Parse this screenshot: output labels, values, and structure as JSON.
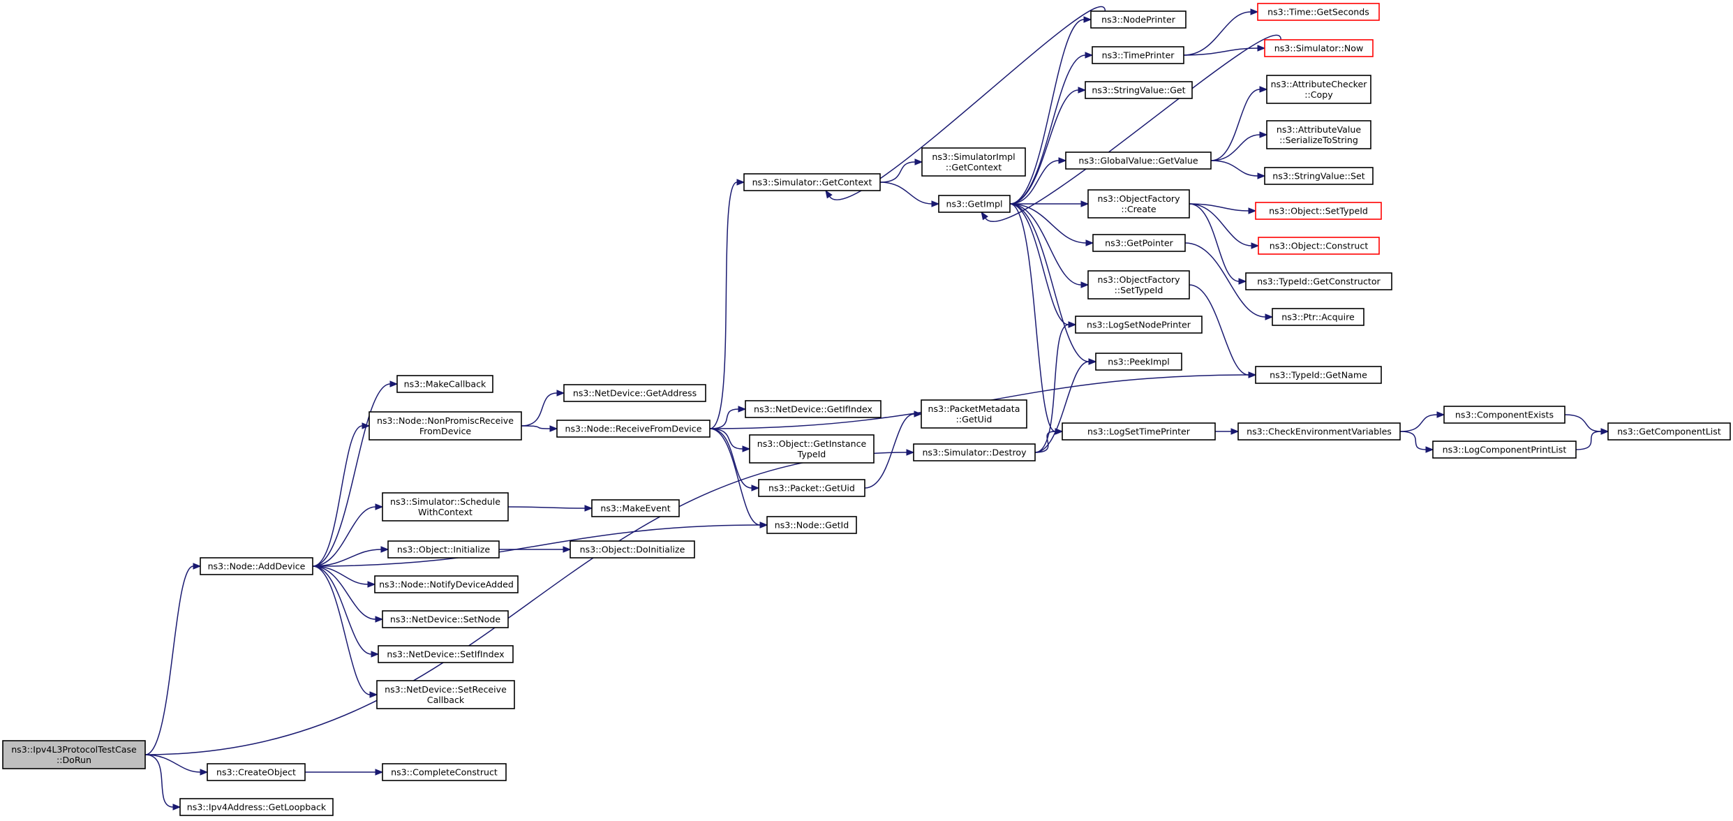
{
  "diagram": {
    "colors": {
      "edge": "#191970",
      "root_fill": "#bfbfbf",
      "missing_border": "#ff0000",
      "border": "#000000"
    },
    "root": "ipv4l3",
    "nodes": [
      {
        "id": "ipv4l3",
        "lines": [
          "ns3::Ipv4L3ProtocolTestCase",
          "::DoRun"
        ],
        "style": "root"
      },
      {
        "id": "addDevice",
        "lines": [
          "ns3::Node::AddDevice"
        ],
        "style": "normal"
      },
      {
        "id": "createObject",
        "lines": [
          "ns3::CreateObject"
        ],
        "style": "normal"
      },
      {
        "id": "getLoopback",
        "lines": [
          "ns3::Ipv4Address::GetLoopback"
        ],
        "style": "normal"
      },
      {
        "id": "simDestroy",
        "lines": [
          "ns3::Simulator::Destroy"
        ],
        "style": "normal"
      },
      {
        "id": "completeConstruct",
        "lines": [
          "ns3::CompleteConstruct"
        ],
        "style": "normal"
      },
      {
        "id": "makeCallback",
        "lines": [
          "ns3::MakeCallback"
        ],
        "style": "normal"
      },
      {
        "id": "nonPromisc",
        "lines": [
          "ns3::Node::NonPromiscReceive",
          "FromDevice"
        ],
        "style": "normal"
      },
      {
        "id": "scheduleWithContext",
        "lines": [
          "ns3::Simulator::Schedule",
          "WithContext"
        ],
        "style": "normal"
      },
      {
        "id": "objInitialize",
        "lines": [
          "ns3::Object::Initialize"
        ],
        "style": "normal"
      },
      {
        "id": "notifyDeviceAdded",
        "lines": [
          "ns3::Node::NotifyDeviceAdded"
        ],
        "style": "normal"
      },
      {
        "id": "setNode",
        "lines": [
          "ns3::NetDevice::SetNode"
        ],
        "style": "normal"
      },
      {
        "id": "setIfIndex",
        "lines": [
          "ns3::NetDevice::SetIfIndex"
        ],
        "style": "normal"
      },
      {
        "id": "setReceiveCallback",
        "lines": [
          "ns3::NetDevice::SetReceive",
          "Callback"
        ],
        "style": "normal"
      },
      {
        "id": "getAddress",
        "lines": [
          "ns3::NetDevice::GetAddress"
        ],
        "style": "normal"
      },
      {
        "id": "receiveFromDevice",
        "lines": [
          "ns3::Node::ReceiveFromDevice"
        ],
        "style": "normal"
      },
      {
        "id": "makeEvent",
        "lines": [
          "ns3::MakeEvent"
        ],
        "style": "normal"
      },
      {
        "id": "doInitialize",
        "lines": [
          "ns3::Object::DoInitialize"
        ],
        "style": "normal"
      },
      {
        "id": "simGetContext",
        "lines": [
          "ns3::Simulator::GetContext"
        ],
        "style": "normal"
      },
      {
        "id": "getIfIndex",
        "lines": [
          "ns3::NetDevice::GetIfIndex"
        ],
        "style": "normal"
      },
      {
        "id": "getInstanceTypeId",
        "lines": [
          "ns3::Object::GetInstance",
          "TypeId"
        ],
        "style": "normal"
      },
      {
        "id": "packetGetUid",
        "lines": [
          "ns3::Packet::GetUid"
        ],
        "style": "normal"
      },
      {
        "id": "nodeGetId",
        "lines": [
          "ns3::Node::GetId"
        ],
        "style": "normal"
      },
      {
        "id": "pmGetUid",
        "lines": [
          "ns3::PacketMetadata",
          "::GetUid"
        ],
        "style": "normal"
      },
      {
        "id": "simImplGetContext",
        "lines": [
          "ns3::SimulatorImpl",
          "::GetContext"
        ],
        "style": "normal"
      },
      {
        "id": "getImpl",
        "lines": [
          "ns3::GetImpl"
        ],
        "style": "normal"
      },
      {
        "id": "nodePrinter",
        "lines": [
          "ns3::NodePrinter"
        ],
        "style": "normal"
      },
      {
        "id": "timePrinter",
        "lines": [
          "ns3::TimePrinter"
        ],
        "style": "normal"
      },
      {
        "id": "stringValueGet",
        "lines": [
          "ns3::StringValue::Get"
        ],
        "style": "normal"
      },
      {
        "id": "globalValueGet",
        "lines": [
          "ns3::GlobalValue::GetValue"
        ],
        "style": "normal"
      },
      {
        "id": "objFactoryCreate",
        "lines": [
          "ns3::ObjectFactory",
          "::Create"
        ],
        "style": "normal"
      },
      {
        "id": "getPointer",
        "lines": [
          "ns3::GetPointer"
        ],
        "style": "normal"
      },
      {
        "id": "objFactorySetTypeId",
        "lines": [
          "ns3::ObjectFactory",
          "::SetTypeId"
        ],
        "style": "normal"
      },
      {
        "id": "logSetNodePrinter",
        "lines": [
          "ns3::LogSetNodePrinter"
        ],
        "style": "normal"
      },
      {
        "id": "peekImpl",
        "lines": [
          "ns3::PeekImpl"
        ],
        "style": "normal"
      },
      {
        "id": "logSetTimePrinter",
        "lines": [
          "ns3::LogSetTimePrinter"
        ],
        "style": "normal"
      },
      {
        "id": "timeGetSeconds",
        "lines": [
          "ns3::Time::GetSeconds"
        ],
        "style": "missing"
      },
      {
        "id": "simNow",
        "lines": [
          "ns3::Simulator::Now"
        ],
        "style": "missing"
      },
      {
        "id": "attrCheckerCopy",
        "lines": [
          "ns3::AttributeChecker",
          "::Copy"
        ],
        "style": "normal"
      },
      {
        "id": "attrValueSerialize",
        "lines": [
          "ns3::AttributeValue",
          "::SerializeToString"
        ],
        "style": "normal"
      },
      {
        "id": "stringValueSet",
        "lines": [
          "ns3::StringValue::Set"
        ],
        "style": "normal"
      },
      {
        "id": "objSetTypeId",
        "lines": [
          "ns3::Object::SetTypeId"
        ],
        "style": "missing"
      },
      {
        "id": "objConstruct",
        "lines": [
          "ns3::Object::Construct"
        ],
        "style": "missing"
      },
      {
        "id": "typeIdGetConstructor",
        "lines": [
          "ns3::TypeId::GetConstructor"
        ],
        "style": "normal"
      },
      {
        "id": "ptrAcquire",
        "lines": [
          "ns3::Ptr::Acquire"
        ],
        "style": "normal"
      },
      {
        "id": "typeIdGetName",
        "lines": [
          "ns3::TypeId::GetName"
        ],
        "style": "normal"
      },
      {
        "id": "checkEnvVars",
        "lines": [
          "ns3::CheckEnvironmentVariables"
        ],
        "style": "normal"
      },
      {
        "id": "componentExists",
        "lines": [
          "ns3::ComponentExists"
        ],
        "style": "normal"
      },
      {
        "id": "logComponentPrintList",
        "lines": [
          "ns3::LogComponentPrintList"
        ],
        "style": "normal"
      },
      {
        "id": "getComponentList",
        "lines": [
          "ns3::GetComponentList"
        ],
        "style": "normal"
      }
    ],
    "edges": [
      [
        "ipv4l3",
        "addDevice"
      ],
      [
        "ipv4l3",
        "createObject"
      ],
      [
        "ipv4l3",
        "getLoopback"
      ],
      [
        "ipv4l3",
        "simDestroy"
      ],
      [
        "createObject",
        "completeConstruct"
      ],
      [
        "addDevice",
        "makeCallback"
      ],
      [
        "addDevice",
        "nonPromisc"
      ],
      [
        "addDevice",
        "nodeGetId"
      ],
      [
        "addDevice",
        "scheduleWithContext"
      ],
      [
        "addDevice",
        "objInitialize"
      ],
      [
        "addDevice",
        "notifyDeviceAdded"
      ],
      [
        "addDevice",
        "setNode"
      ],
      [
        "addDevice",
        "setIfIndex"
      ],
      [
        "addDevice",
        "setReceiveCallback"
      ],
      [
        "nonPromisc",
        "getAddress"
      ],
      [
        "nonPromisc",
        "receiveFromDevice"
      ],
      [
        "scheduleWithContext",
        "makeEvent"
      ],
      [
        "objInitialize",
        "doInitialize"
      ],
      [
        "receiveFromDevice",
        "simGetContext"
      ],
      [
        "receiveFromDevice",
        "getIfIndex"
      ],
      [
        "receiveFromDevice",
        "getInstanceTypeId"
      ],
      [
        "receiveFromDevice",
        "packetGetUid"
      ],
      [
        "receiveFromDevice",
        "nodeGetId"
      ],
      [
        "receiveFromDevice",
        "typeIdGetName"
      ],
      [
        "packetGetUid",
        "pmGetUid"
      ],
      [
        "simGetContext",
        "simImplGetContext"
      ],
      [
        "simGetContext",
        "getImpl"
      ],
      [
        "simDestroy",
        "logSetNodePrinter"
      ],
      [
        "simDestroy",
        "peekImpl"
      ],
      [
        "simDestroy",
        "logSetTimePrinter"
      ],
      [
        "nodePrinter",
        "simGetContext"
      ],
      [
        "getImpl",
        "nodePrinter"
      ],
      [
        "getImpl",
        "timePrinter"
      ],
      [
        "getImpl",
        "stringValueGet"
      ],
      [
        "getImpl",
        "globalValueGet"
      ],
      [
        "getImpl",
        "objFactoryCreate"
      ],
      [
        "getImpl",
        "getPointer"
      ],
      [
        "getImpl",
        "objFactorySetTypeId"
      ],
      [
        "getImpl",
        "logSetNodePrinter"
      ],
      [
        "getImpl",
        "peekImpl"
      ],
      [
        "getImpl",
        "logSetTimePrinter"
      ],
      [
        "timePrinter",
        "timeGetSeconds"
      ],
      [
        "timePrinter",
        "simNow"
      ],
      [
        "simNow",
        "getImpl"
      ],
      [
        "globalValueGet",
        "attrCheckerCopy"
      ],
      [
        "globalValueGet",
        "attrValueSerialize"
      ],
      [
        "globalValueGet",
        "stringValueSet"
      ],
      [
        "objFactoryCreate",
        "objSetTypeId"
      ],
      [
        "objFactoryCreate",
        "objConstruct"
      ],
      [
        "objFactoryCreate",
        "typeIdGetConstructor"
      ],
      [
        "getPointer",
        "ptrAcquire"
      ],
      [
        "objFactorySetTypeId",
        "typeIdGetName"
      ],
      [
        "logSetTimePrinter",
        "checkEnvVars"
      ],
      [
        "checkEnvVars",
        "componentExists"
      ],
      [
        "checkEnvVars",
        "logComponentPrintList"
      ],
      [
        "componentExists",
        "getComponentList"
      ],
      [
        "logComponentPrintList",
        "getComponentList"
      ]
    ]
  }
}
